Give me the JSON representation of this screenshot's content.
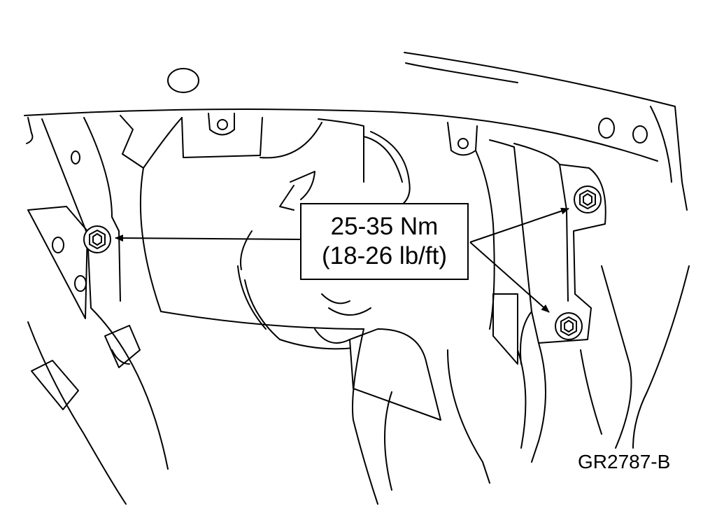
{
  "callout": {
    "torque_nm": "25-35 Nm",
    "torque_lbft": "(18-26 lb/ft)"
  },
  "figure_id": "GR2787-B",
  "parts": {
    "bolts": [
      {
        "label": "left-mounting-bolt-icon"
      },
      {
        "label": "upper-right-mounting-bolt-icon"
      },
      {
        "label": "lower-right-mounting-bolt-icon"
      }
    ]
  },
  "colors": {
    "ink": "#000000",
    "paper": "#ffffff"
  }
}
